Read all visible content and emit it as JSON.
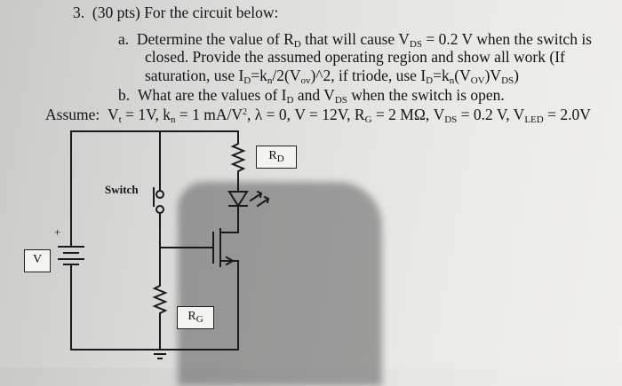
{
  "problem": {
    "number": "3.",
    "points": "(30 pts)",
    "intro": "For the circuit below:",
    "part_a": {
      "letter": "a.",
      "line1": "Determine the value of R",
      "line1_sub": "D",
      "line1_mid": " that will cause V",
      "line1_sub2": "DS",
      "line1_end": " = 0.2 V when the switch is",
      "line2": "closed. Provide the assumed operating region and show all work (If",
      "line3a": "saturation, use I",
      "line3_sub1": "D",
      "line3b": "=k",
      "line3_sub2": "n",
      "line3c": "/2(V",
      "line3_sub3": "ov",
      "line3d": ")^2, if triode, use I",
      "line3_sub4": "D",
      "line3e": "=k",
      "line3_sub5": "n",
      "line3f": "(V",
      "line3_sub6": "OV",
      "line3g": ")V",
      "line3_sub7": "DS",
      "line3h": ")"
    },
    "part_b": {
      "letter": "b.",
      "text_a": "What are the values of I",
      "sub1": "D",
      "text_b": " and V",
      "sub2": "DS",
      "text_c": " when the switch is open."
    },
    "assume": {
      "label": "Assume:",
      "vt": "V",
      "vt_sub": "t",
      "vt_val": " = 1V, k",
      "kn_sub": "n",
      "kn_val": " = 1 mA/V",
      "kn_sup": "2",
      "rest": ", λ = 0, V = 12V, R",
      "rg_sub": "G",
      "rg_val": " = 2 MΩ, V",
      "vds_sub": "DS",
      "vds_val": " = 0.2 V, V",
      "vled_sub": "LED",
      "vled_val": " = 2.0V"
    }
  },
  "circuit": {
    "rd_label": "R",
    "rd_sub": "D",
    "rg_label": "R",
    "rg_sub": "G",
    "v_label": "V",
    "switch_label": "Switch",
    "plus_label": "+"
  }
}
